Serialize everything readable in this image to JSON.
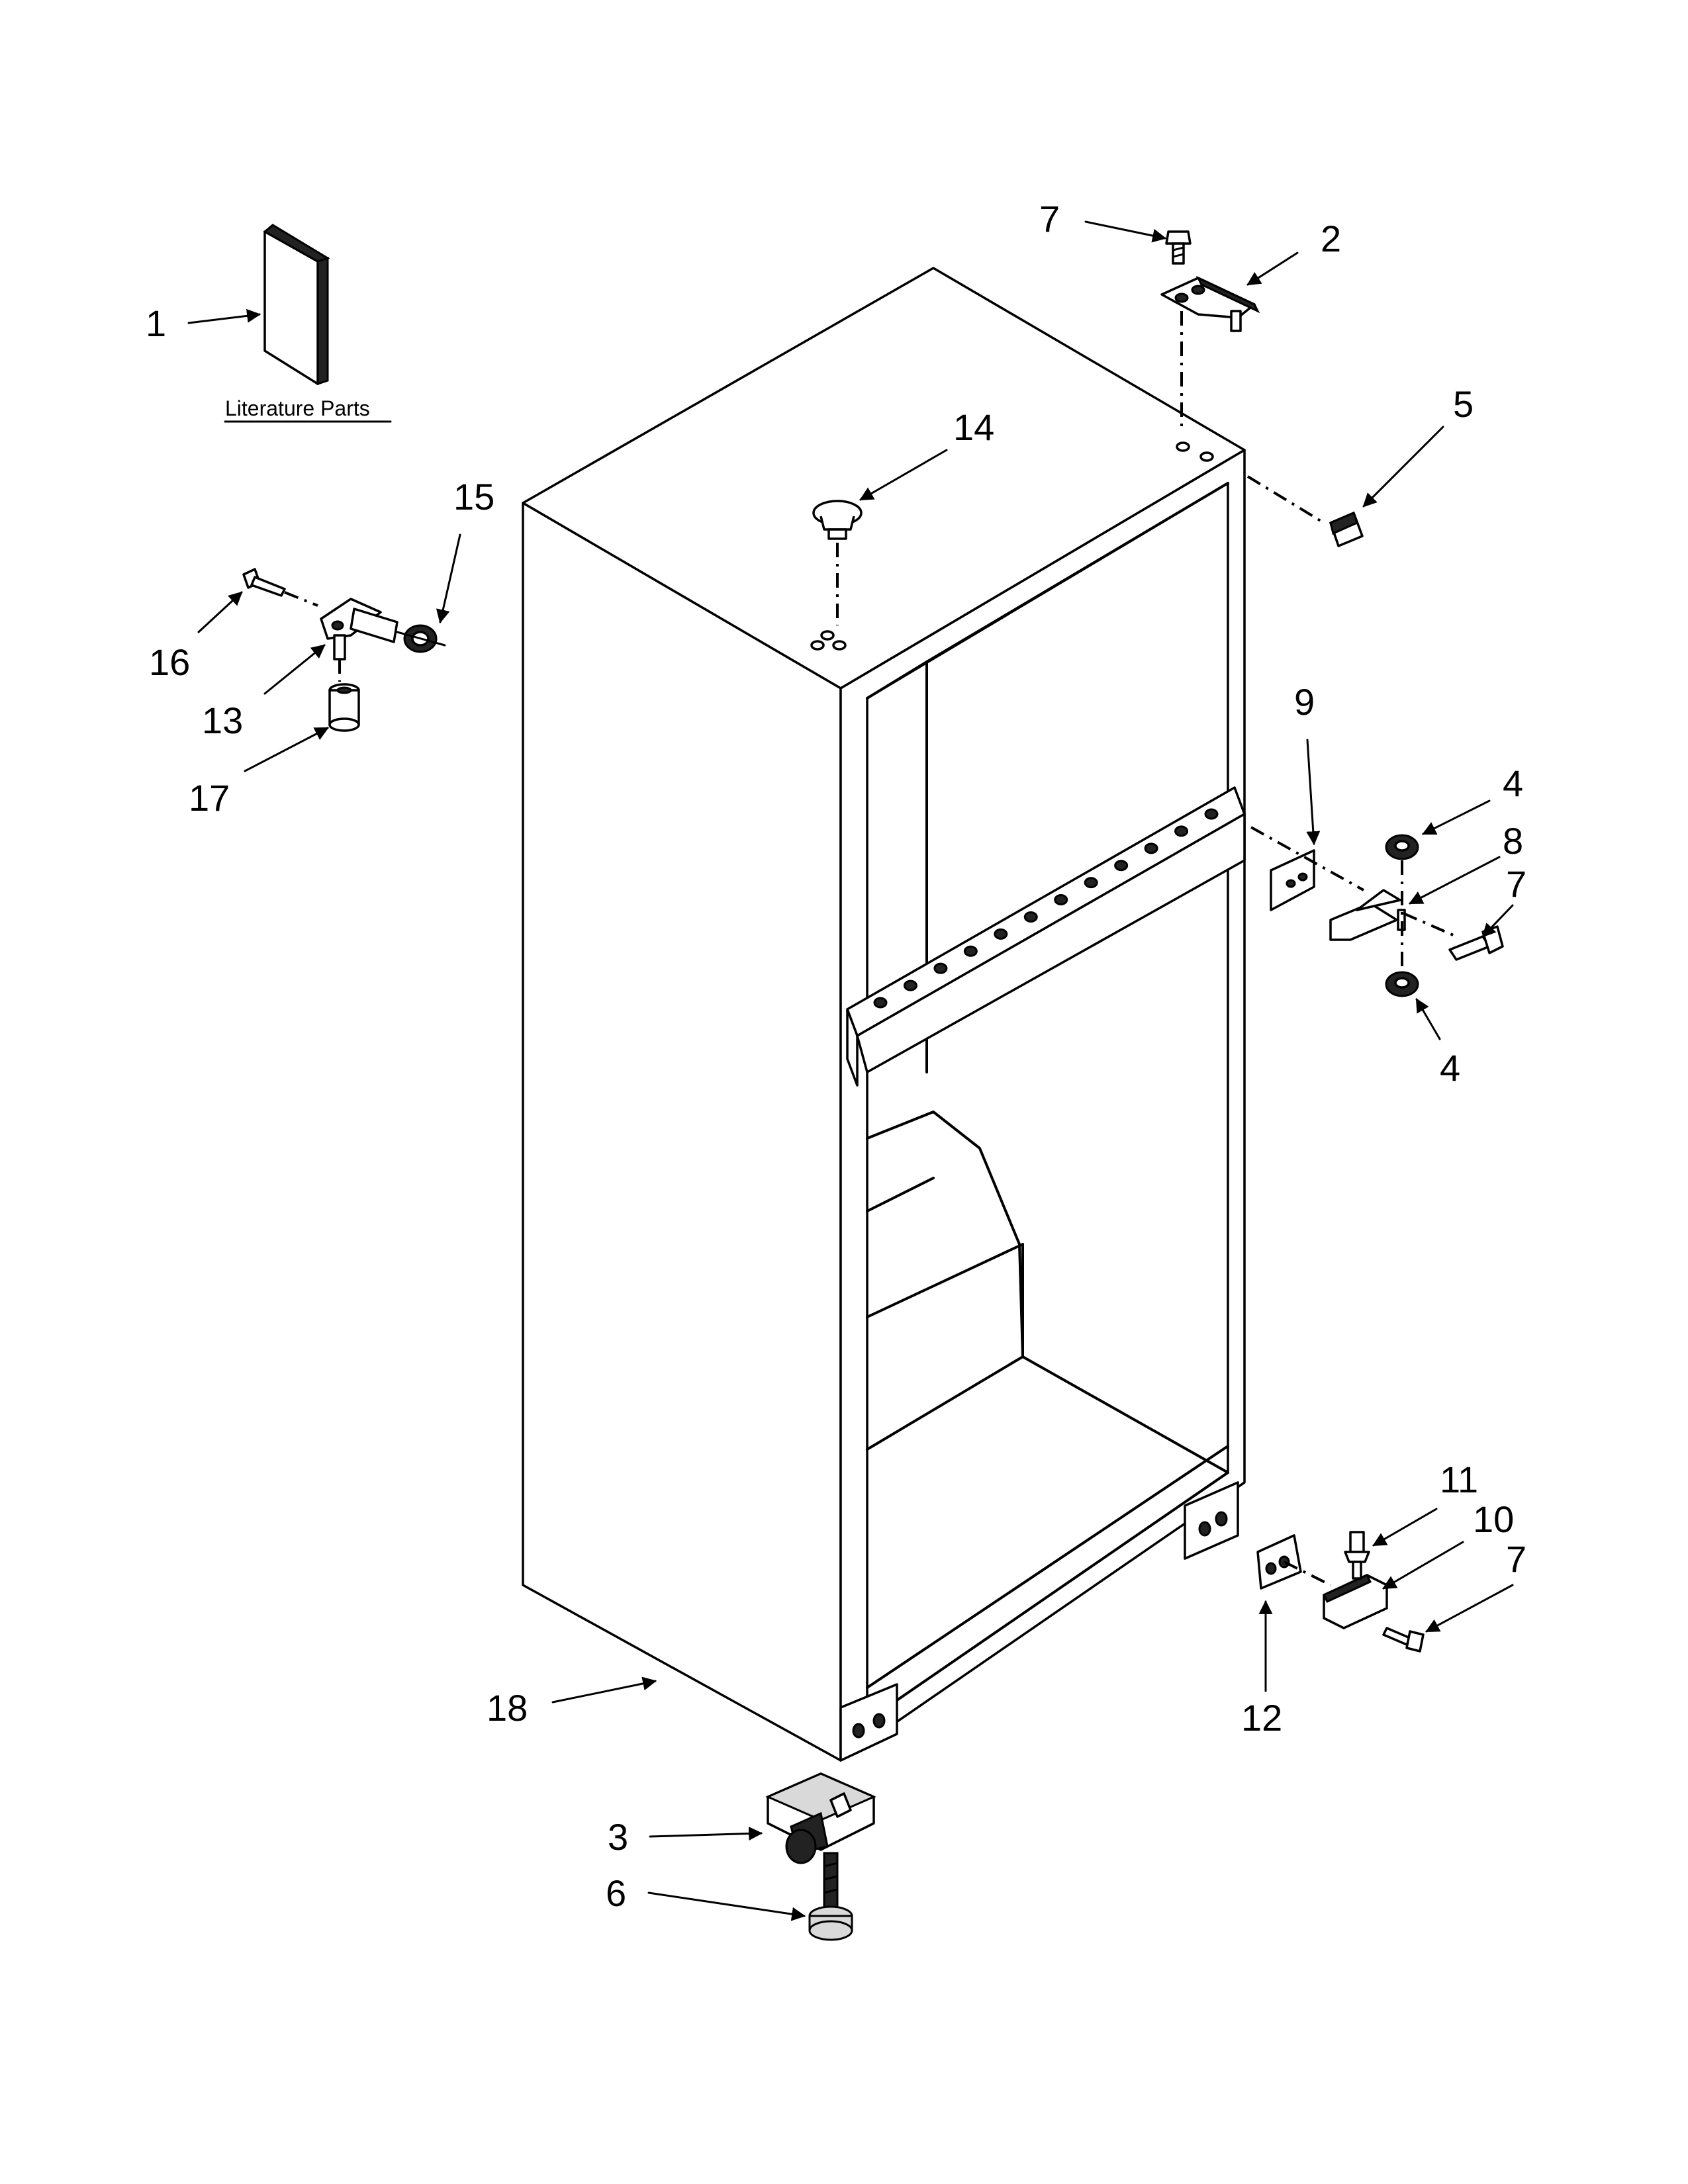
{
  "literature_label": "Literature Parts",
  "callouts": [
    "1",
    "2",
    "3",
    "4",
    "4",
    "5",
    "6",
    "7",
    "7",
    "7",
    "8",
    "9",
    "10",
    "11",
    "12",
    "13",
    "14",
    "15",
    "16",
    "17",
    "18"
  ],
  "colors": {
    "line": "#000000",
    "background": "#ffffff"
  }
}
